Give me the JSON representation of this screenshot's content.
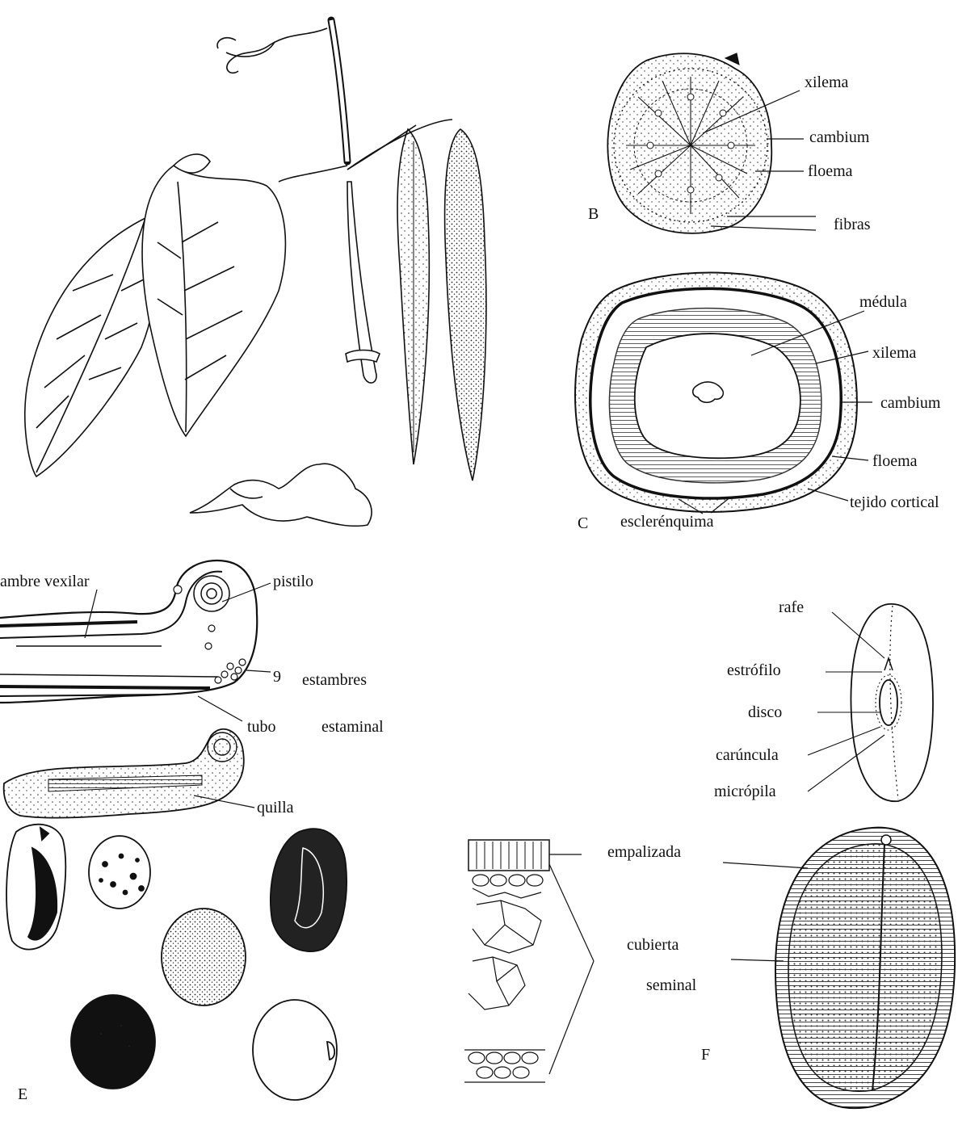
{
  "panels": {
    "B": "B",
    "C": "C",
    "E": "E",
    "F": "F"
  },
  "stem_B": {
    "xilema": "xilema",
    "cambium": "cambium",
    "floema": "floema",
    "fibras": "fibras"
  },
  "stem_C": {
    "medula": "médula",
    "xilema": "xilema",
    "cambium": "cambium",
    "floema": "floema",
    "tejido_cortical": "tejido cortical",
    "esclerenquima": "esclerénquima"
  },
  "flower": {
    "vexilar": "ambre vexilar",
    "pistilo": "pistilo",
    "estambres_num": "9",
    "estambres": "estambres",
    "tubo": "tubo",
    "estaminal": "estaminal",
    "quilla": "quilla"
  },
  "seed": {
    "rafe": "rafe",
    "estrofilo": "estrófilo",
    "disco": "disco",
    "caruncula": "carúncula",
    "micropila": "micrópila"
  },
  "seed_coat": {
    "empalizada": "empalizada",
    "cubierta": "cubierta",
    "seminal": "seminal"
  },
  "colors": {
    "ink": "#111111",
    "paper": "#ffffff"
  }
}
